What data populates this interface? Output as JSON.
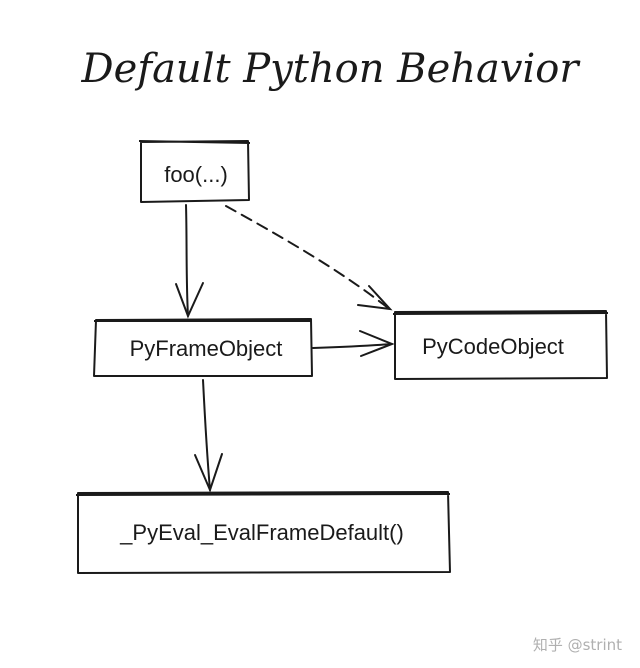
{
  "title": "Default Python Behavior",
  "nodes": {
    "foo": {
      "label": "foo(...)"
    },
    "frame": {
      "label": "PyFrameObject"
    },
    "code": {
      "label": "PyCodeObject"
    },
    "eval": {
      "label": "_PyEval_EvalFrameDefault()"
    }
  },
  "edges": [
    {
      "from": "foo",
      "to": "frame",
      "style": "solid"
    },
    {
      "from": "foo",
      "to": "code",
      "style": "dashed"
    },
    {
      "from": "frame",
      "to": "code",
      "style": "solid"
    },
    {
      "from": "frame",
      "to": "eval",
      "style": "solid"
    }
  ],
  "watermark": "知乎 @strint",
  "colors": {
    "ink": "#1a1a1a",
    "background": "#ffffff",
    "watermark": "#b0b0b0"
  }
}
